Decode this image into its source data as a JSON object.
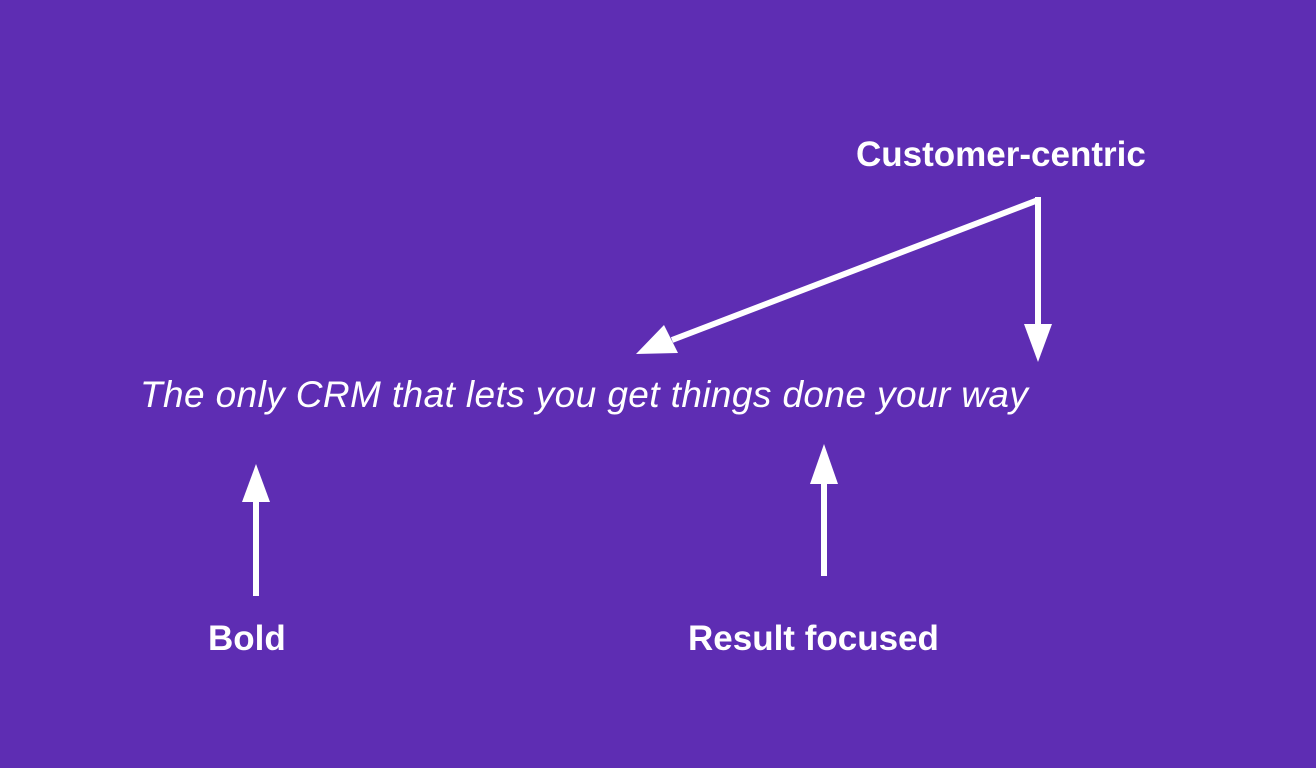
{
  "tagline": "The only CRM that lets you get things done your way",
  "labels": {
    "customer_centric": "Customer-centric",
    "bold": "Bold",
    "result_focused": "Result focused"
  },
  "colors": {
    "background": "#5e2db3",
    "foreground": "#ffffff"
  }
}
